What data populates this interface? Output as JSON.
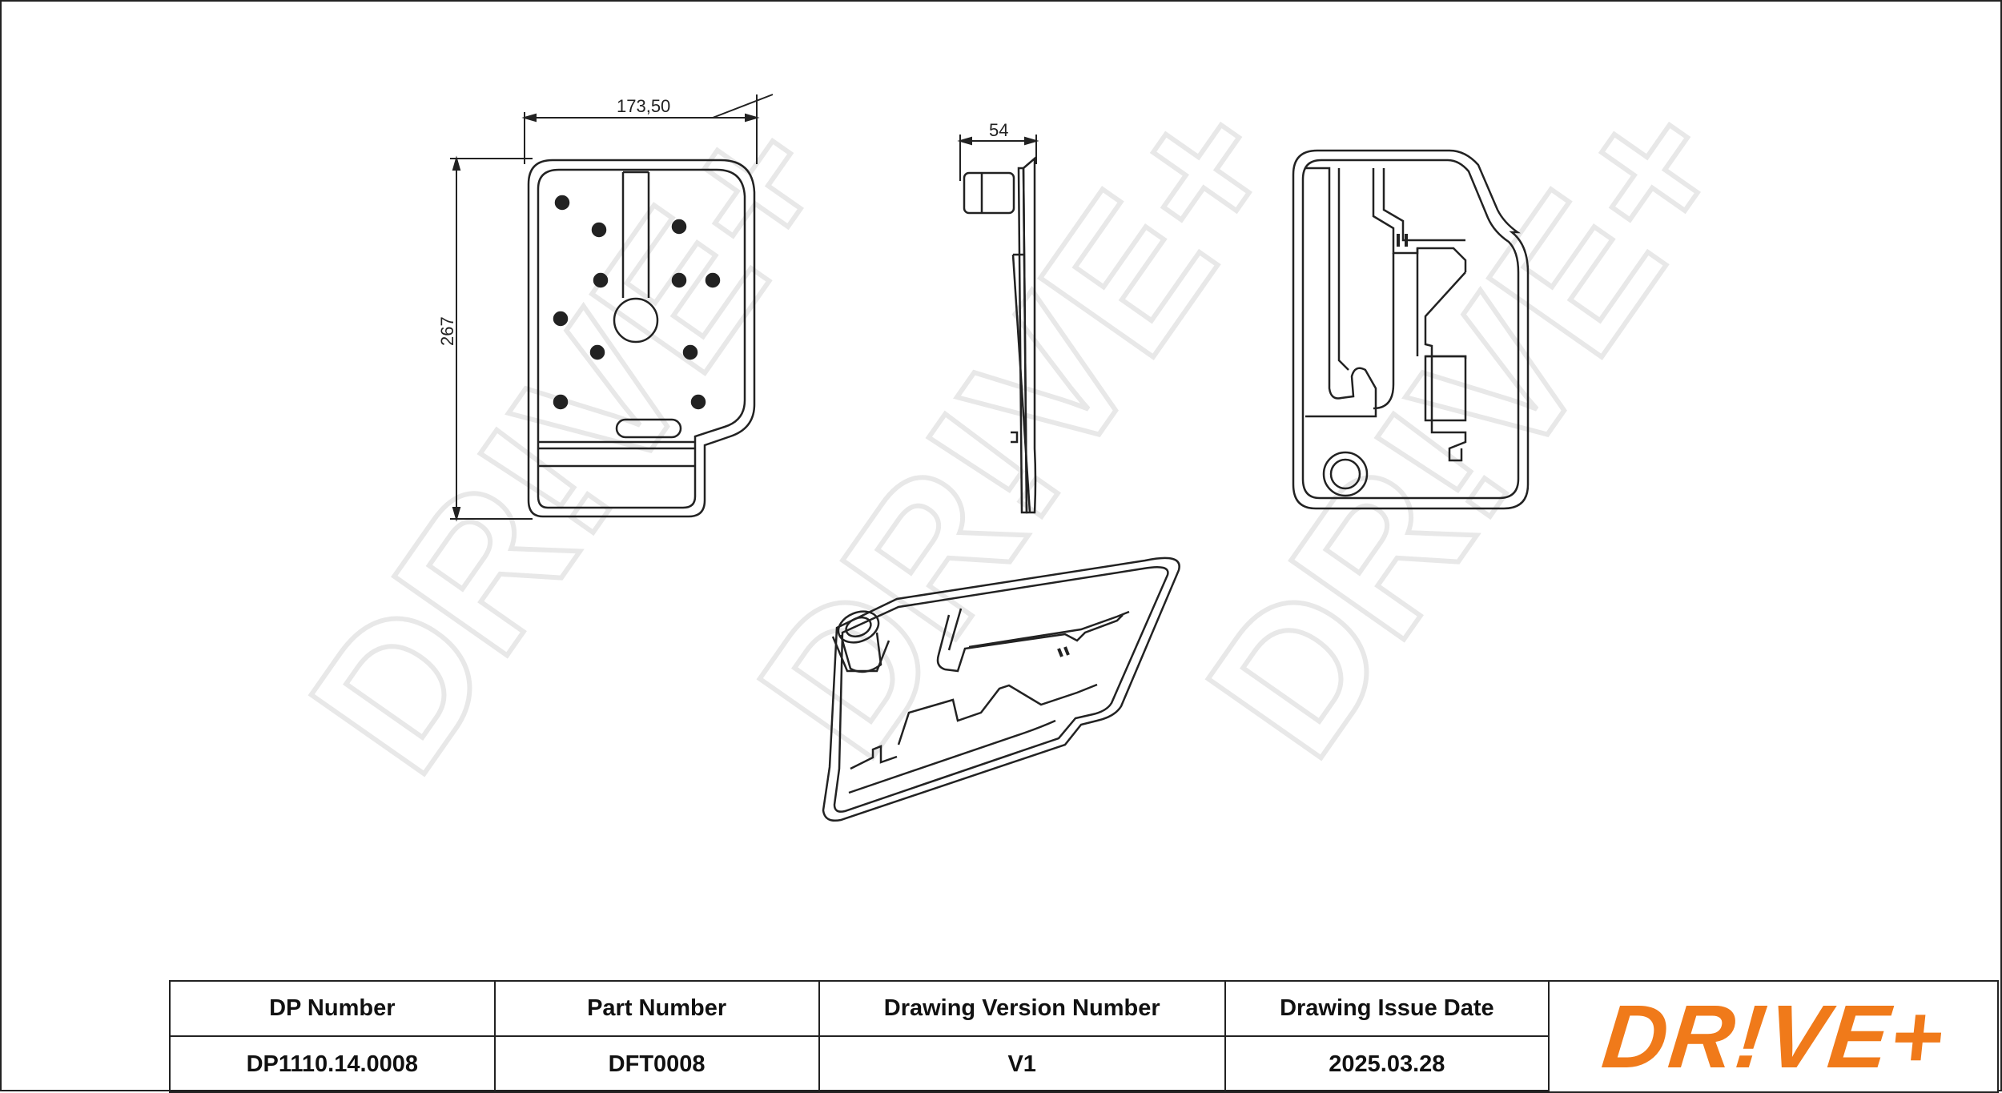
{
  "brand": {
    "logo_text": "DR!VE+",
    "watermark_text": "DR!VE+",
    "accent_color": "#f07a1a"
  },
  "dimensions": {
    "width": "173,50",
    "height": "267",
    "depth": "54"
  },
  "title_block": {
    "headers": {
      "dp_number": "DP Number",
      "part_number": "Part Number",
      "drawing_version": "Drawing Version Number",
      "issue_date": "Drawing Issue Date"
    },
    "values": {
      "dp_number": "DP1110.14.0008",
      "part_number": "DFT0008",
      "drawing_version": "V1",
      "issue_date": "2025.03.28"
    }
  }
}
